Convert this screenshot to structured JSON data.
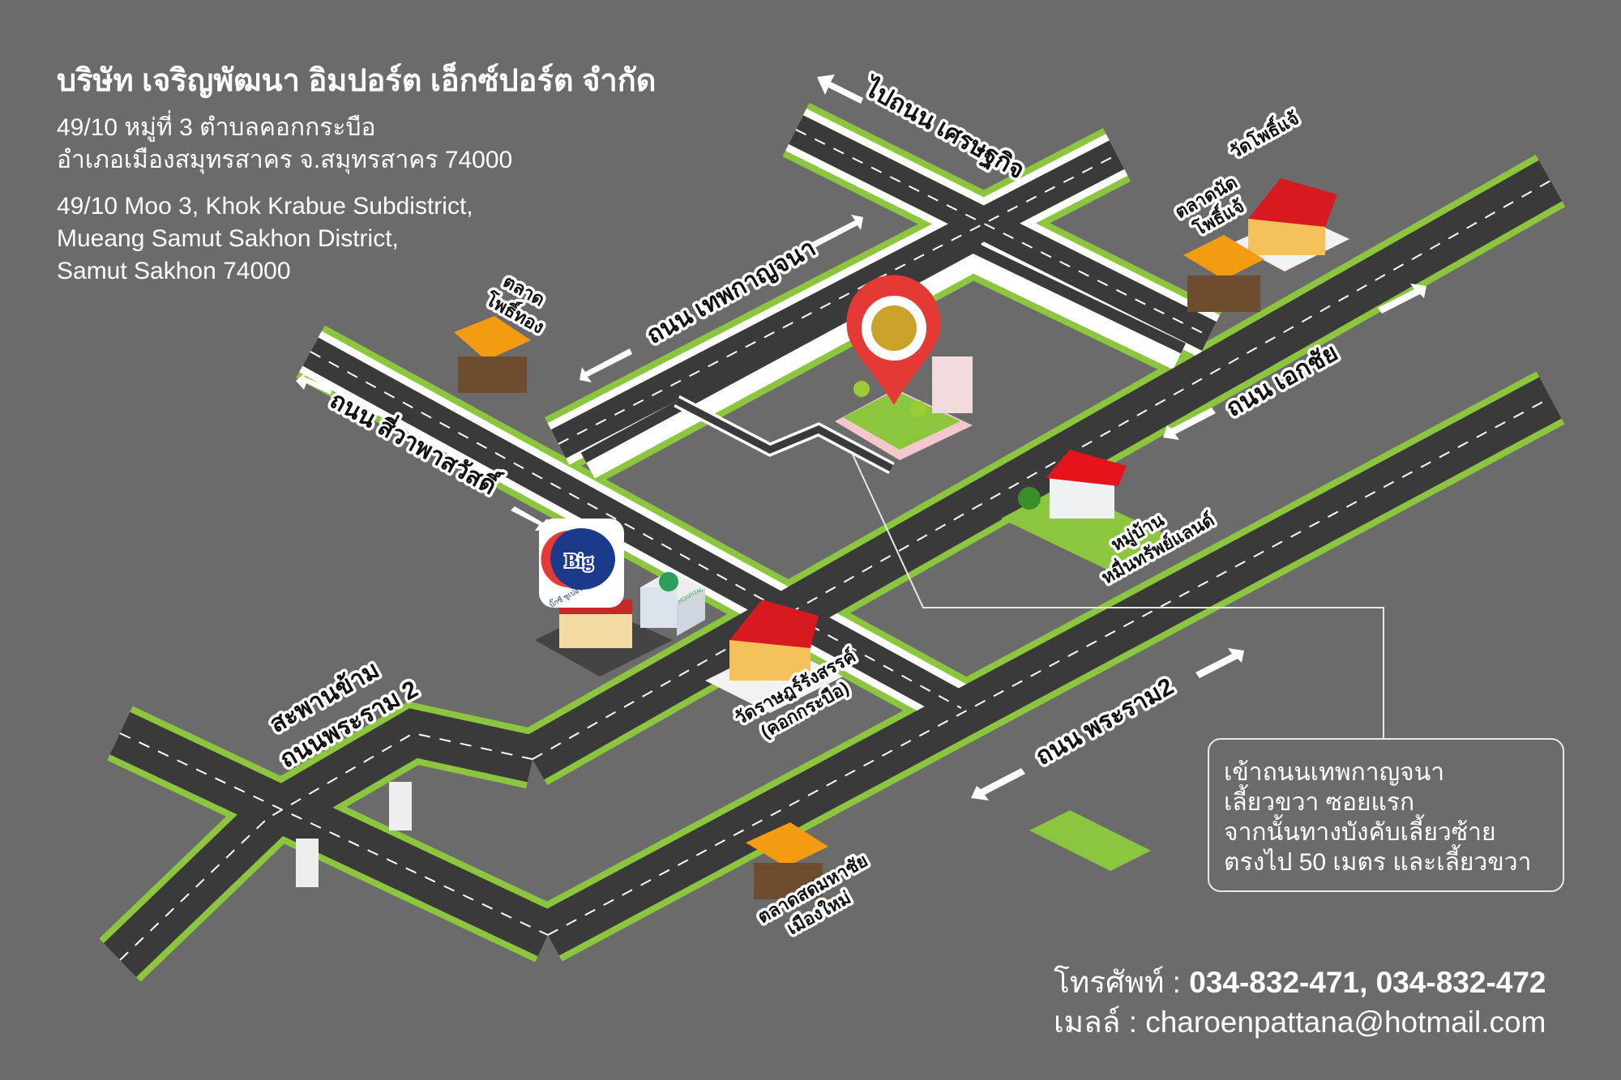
{
  "company": {
    "name_th": "บริษัท เจริญพัฒนา อิมปอร์ต เอ็กซ์ปอร์ต จำกัด",
    "address_th": [
      "49/10 หมู่ที่ 3 ตำบลคอกกระบือ",
      "อำเภอเมืองสมุทรสาคร จ.สมุทรสาคร 74000"
    ],
    "address_en": [
      "49/10 Moo 3, Khok Krabue Subdistrict,",
      "Mueang Samut Sakhon District,",
      "Samut Sakhon 74000"
    ]
  },
  "roads": {
    "setthakit": "ไปถนน เศรษฐกิจ",
    "thepkanchana": "ถนน เทพกาญจนา",
    "siwapha": "ถนน สี่วาพาสวัสดิ์",
    "ekachai": "ถนน เอกชัย",
    "rama2": "ถนน พระราม2",
    "bridge": [
      "สะพานข้าม",
      "ถนนพระราม 2"
    ]
  },
  "landmarks": {
    "pho_thong_market": [
      "ตลาด",
      "โพธิ์ทอง"
    ],
    "pho_chae_market": [
      "ตลาดนัด",
      "โพธิ์แจ้"
    ],
    "wat_pho_chae": "วัดโพธิ์แจ้",
    "village": [
      "หมู่บ้าน",
      "หมื่นทรัพย์แลนด์"
    ],
    "wat_rat": [
      "วัดราษฎร์รังสรรค์",
      "(คอกกระบือ)"
    ],
    "mahachai_market": [
      "ตลาดสดมหาชัย",
      "เมืองใหม่"
    ],
    "bigc_logo": "Big",
    "bigc_caption": "บิ๊กซี ซูเปอร์เซ็นเตอร์",
    "hospital": "HOSPITAL"
  },
  "directions": [
    "เข้าถนนเทพกาญจนา",
    "เลี้ยวขวา ซอยแรก",
    "จากนั้นทางบังคับเลี้ยวซ้าย",
    "ตรงไป 50 เมตร และเลี้ยวขวา"
  ],
  "contact": {
    "phone_label": "โทรศัพท์ : ",
    "phone": "034-832-471, 034-832-472",
    "email_label": "เมลล์ : ",
    "email": "charoenpattana@hotmail.com"
  },
  "colors": {
    "background": "#6b6b6b",
    "road": "#3a3a3a",
    "grass": "#8cc63f",
    "pin": "#e53935",
    "roof": "#d71920"
  }
}
